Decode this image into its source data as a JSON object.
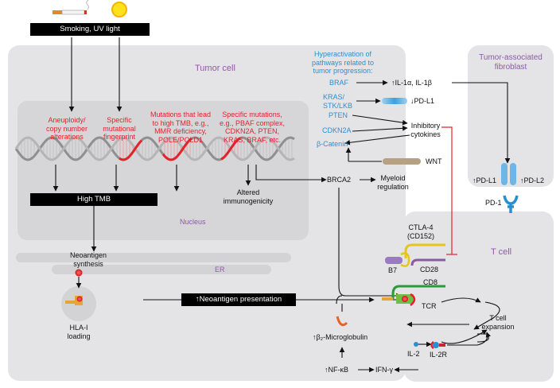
{
  "colors": {
    "tumor_cell_bg": "#e4e4e6",
    "nucleus_bg": "#d6d6d9",
    "text_red": "#e5222b",
    "text_blue": "#2a8fd0",
    "text_purple": "#8c5aa5",
    "wnt_bar": "#b7a183",
    "inhibit_line": "#e5222b"
  },
  "icons": [
    "cigarette-icon",
    "sun-icon",
    "dna-helix-icon",
    "hla-receptor-icon",
    "neoantigen-dot-icon"
  ],
  "top": {
    "banner": "Smoking, UV light"
  },
  "tumor_cell": {
    "title": "Tumor cell",
    "nucleus_label": "Nucleus",
    "er_label": "ER",
    "mutations": [
      "Aneuploidy/\ncopy number\nalterations",
      "Specific\nmutational\nfingerprint",
      "Mutations that lead\nto high TMB, e.g.,\nMMR deficiency,\nPOLE/POLD1",
      "Specific mutations,\ne.g., PBAF complex,\nCDKN2A, PTEN,\nKRAS, BRAF, etc."
    ],
    "high_tmb": "High TMB",
    "altered_immunogenicity": "Altered\nimmunogenicity",
    "neoantigen_synthesis": "Neoantigen\nsynthesis",
    "hla_loading": "HLA-I\nloading",
    "neoantigen_presentation": "Neoantigen presentation",
    "brca2": "BRCA2",
    "beta2_microglobulin": "β₂-Microglobulin",
    "nfkb": "NF-κB",
    "ifn_gamma": "IFN-γ"
  },
  "pathways": {
    "header": "Hyperactivation of\npathways related to\ntumor progression:",
    "braf": "BRAF",
    "kras": "KRAS/\nSTK/LKB",
    "pten": "PTEN",
    "cdkn2a": "CDKN2A",
    "beta_catenin": "β-Catenin",
    "il1": "IL-1α, IL-1β",
    "pdl1_down": "PD-L1",
    "inhibitory_cytokines": "Inhibitory\ncytokines",
    "wnt": "WNT",
    "myeloid": "Myeloid\nregulation"
  },
  "fibroblast": {
    "title": "Tumor-associated\nfibroblast",
    "pdl1": "PD-L1",
    "pdl2": "PD-L2",
    "pd1": "PD-1"
  },
  "t_cell": {
    "title": "T cell",
    "ctla4": "CTLA-4\n(CD152)",
    "b7": "B7",
    "cd28": "CD28",
    "cd8": "CD8",
    "tcr": "TCR",
    "expansion": "T cell\nexpansion",
    "il2": "IL-2",
    "il2r": "IL-2R"
  },
  "symbols": {
    "up_arrow": "↑",
    "down_arrow": "↓"
  }
}
